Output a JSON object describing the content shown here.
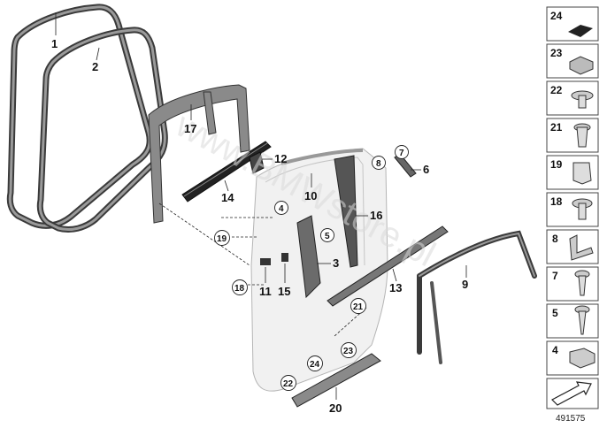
{
  "watermark": "www.BMWstore.pl",
  "callouts": {
    "c1": "1",
    "c2": "2",
    "c3": "3",
    "c4": "4",
    "c5": "5",
    "c6": "6",
    "c7": "7",
    "c8": "8",
    "c9": "9",
    "c10": "10",
    "c11": "11",
    "c12": "12",
    "c13": "13",
    "c14": "14",
    "c15": "15",
    "c16": "16",
    "c17": "17",
    "c18": "18",
    "c19": "19",
    "c20": "20",
    "c21": "21",
    "c22": "22",
    "c23": "23",
    "c24": "24"
  },
  "legend": {
    "items": [
      {
        "label": "24",
        "icon": "rubber-pad-icon"
      },
      {
        "label": "23",
        "icon": "clip-nut-icon"
      },
      {
        "label": "22",
        "icon": "expanding-rivet-icon"
      },
      {
        "label": "21",
        "icon": "clip-rivet-icon"
      },
      {
        "label": "19",
        "icon": "plastic-nut-icon"
      },
      {
        "label": "18",
        "icon": "flange-screw-icon"
      },
      {
        "label": "8",
        "icon": "bracket-icon"
      },
      {
        "label": "7",
        "icon": "torx-screw-icon"
      },
      {
        "label": "5",
        "icon": "self-tapping-screw-icon"
      },
      {
        "label": "4",
        "icon": "retaining-clip-icon"
      },
      {
        "label": "",
        "icon": "arrow-icon"
      }
    ],
    "doc_number": "491575"
  }
}
